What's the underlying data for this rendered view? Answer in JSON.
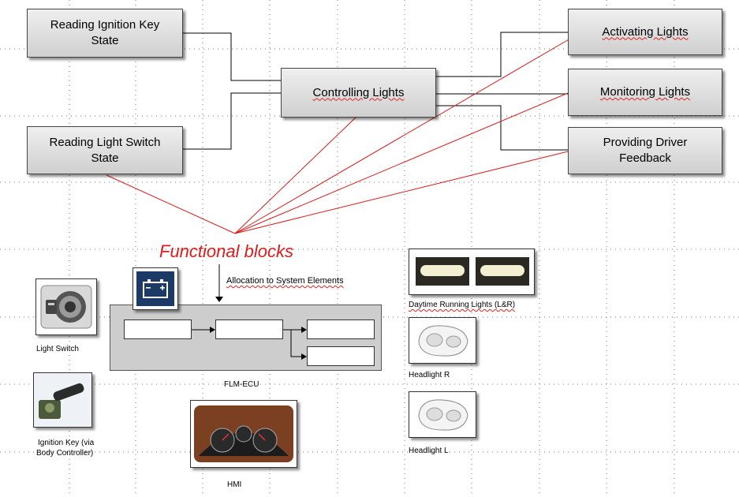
{
  "blocks": {
    "reading_ignition": "Reading Ignition Key State",
    "reading_light_switch": "Reading Light Switch State",
    "controlling_lights": "Controlling Lights",
    "activating_lights": "Activating Lights",
    "monitoring_lights": "Monitoring Lights",
    "providing_feedback": "Providing Driver Feedback"
  },
  "labels": {
    "functional_blocks": "Functional blocks",
    "allocation": "Allocation to System Elements",
    "light_switch": "Light Switch",
    "ignition_key_line1": "Ignition Key (via",
    "ignition_key_line2": "Body Controller)",
    "flm_ecu": "FLM-ECU",
    "hmi": "HMI",
    "drl": "Daytime Running Lights (L&R)",
    "headlight_r": "Headlight   R",
    "headlight_l": "Headlight   L"
  },
  "colors": {
    "red_lines": "#d81e1e",
    "functional_blocks_text": "#e01b1b",
    "block_fill": "#dcdcdc",
    "ecu_fill": "#cdcdcd",
    "ecu_icon_bg": "#1b3a66"
  },
  "icons": [
    "ecu-icon",
    "light-switch-icon",
    "ignition-key-icon",
    "hmi-cluster-icon",
    "drl-lamp-icon",
    "headlight-r-icon",
    "headlight-l-icon"
  ]
}
